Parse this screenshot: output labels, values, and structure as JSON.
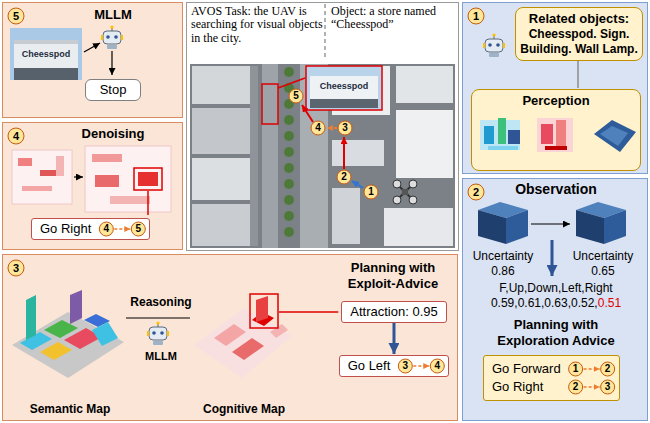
{
  "diagram": {
    "nodes": [
      {
        "text": [
          "AVOS Task: the UAV is searching for visual objects in the city.",
          "Object: a store named “Cheesspod”"
        ]
      },
      {
        "text": [
          "5",
          "MLLM"
        ]
      },
      {
        "text": [
          "Stop"
        ],
        "in": 1
      },
      {
        "text": [
          "4",
          "Denoising"
        ]
      },
      {
        "text": [
          "Go Right"
        ],
        "in": 3
      },
      {
        "text": [
          "3",
          "Semantic Map",
          "Reasoning",
          "MLLM",
          "Cognitive Map",
          "Planning with Exploit-Advice"
        ]
      },
      {
        "text": [
          "Attraction: 0.95"
        ],
        "in": 5
      },
      {
        "text": [
          "Go Left"
        ],
        "in": 5
      },
      {
        "text": [
          "1"
        ]
      },
      {
        "text": [
          "Related objects:",
          "Cheesspod. Sign. Building. Wall Lamp."
        ],
        "in": 8
      },
      {
        "text": [
          "Perception"
        ],
        "in": 8
      },
      {
        "text": [
          "2",
          "Observation",
          "Uncertainty 0.86",
          "Uncertainty 0.65",
          "F,Up,Down,Left,Right",
          "0.59,0.61,0.63,0.52,",
          "0.51",
          "Planning with Exploration Advice"
        ]
      },
      {
        "text": [
          "Go Forward",
          "Go Right"
        ],
        "in": 11
      }
    ],
    "edges": [
      {
        "from": 6,
        "to": 7,
        "arrow": "to"
      },
      {
        "from": 9,
        "to": 10,
        "arrow": "none"
      }
    ],
    "labels": [
      "1",
      "2",
      "3",
      "4",
      "5",
      "Cheesspod",
      "Cheesspod",
      "4",
      "5",
      "3",
      "4",
      "1",
      "2",
      "2",
      "3"
    ]
  }
}
